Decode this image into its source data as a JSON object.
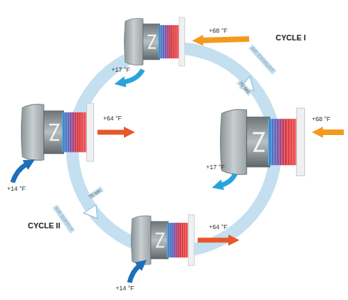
{
  "diagram": {
    "labels": [
      "+68 °F",
      "CYCLE I",
      "AIR EXHAUST",
      "70 sec",
      "+17 °F",
      "+68 °F",
      "+17 °F",
      "+64 °F",
      "+14 °F",
      "AIR SUPPLY",
      "70 sec",
      "CYCLE II",
      "+64 °F",
      "+14 °F"
    ]
  }
}
